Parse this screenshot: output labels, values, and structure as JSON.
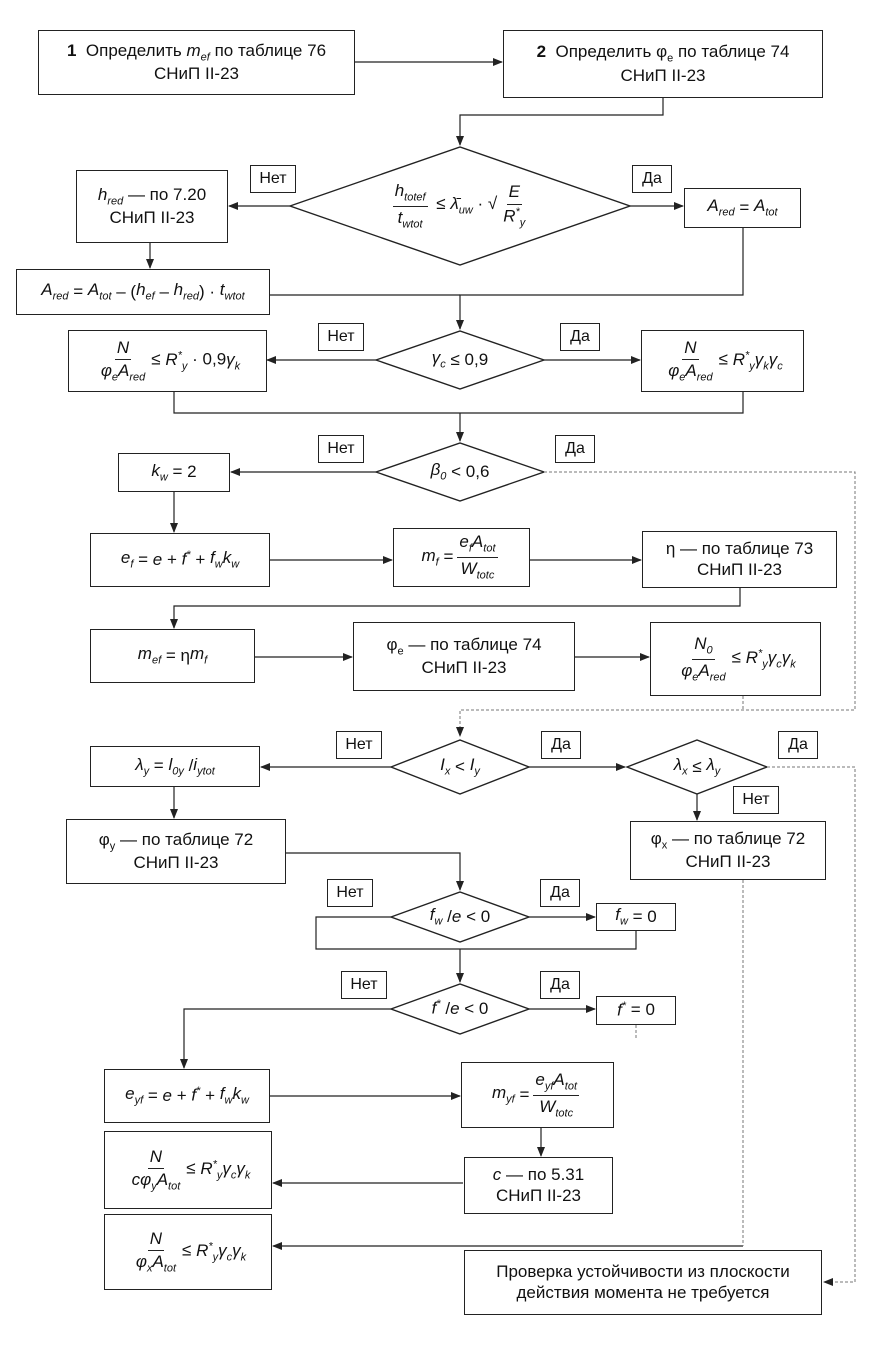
{
  "boxes": {
    "b1": "1 Определить m_ef по таблице 76 СНиП II-23",
    "b2": "2 Определить φ_e по таблице 74 СНиП II-23",
    "cond1": "h_totef / t_wtot ≤ λ̄_uw · √(E / R*_y)",
    "hred": "h_red — по 7.20 СНиП II-23",
    "ared_eq": "A_red = A_tot",
    "ared_formula": "A_red = A_tot − (h_ef − h_red) · t_wtot",
    "cond2": "γ_c ≤ 0,9",
    "check_left1": "N / (φ_e A_red) ≤ R*_y · 0,9γ_k",
    "check_right1": "N / (φ_e A_red) ≤ R*_y γ_k γ_c",
    "cond3": "β_0 < 0,6",
    "kw": "k_w = 2",
    "ef": "e_f = e + f* + f_w k_w",
    "mf": "m_f = e_f A_tot / W_totc",
    "eta": "η — по таблице 73 СНиП II-23",
    "mef": "m_ef = η m_f",
    "phie": "φ_e — по таблице 74 СНиП II-23",
    "check_n0": "N_0 / (φ_e A_red) ≤ R*_y γ_c γ_k",
    "cond4": "I_x < I_y",
    "cond5": "λ_x ≤ λ_y",
    "lambday": "λ_y = l_0y / i_ytot",
    "phiy": "φ_y — по таблице 72 СНиП II-23",
    "phix": "φ_x — по таблице 72 СНиП II-23",
    "cond6": "f_w / e < 0",
    "fw0": "f_w = 0",
    "cond7": "f* / e < 0",
    "f0": "f* = 0",
    "eyf": "e_yf = e + f* + f_w k_w",
    "myf": "m_yf = e_yf A_tot / W_totc",
    "check_c": "N / (cφ_y A_tot) ≤ R*_y γ_c γ_k",
    "cbox": "c — по 5.31 СНиП II-23",
    "check_x": "N / (φ_x A_tot) ≤ R*_y γ_c γ_k",
    "final": "Проверка устойчивости из плоскости действия момента не требуется"
  },
  "text": {
    "b1_num": "1",
    "b1_pre": "Определить",
    "b1_var": "m",
    "b1_sub": "ef",
    "b1_post": "по таблице 76",
    "b2_num": "2",
    "b2_pre": "Определить",
    "b2_var": "φ",
    "b2_sub": "e",
    "b2_post": "по таблице 74",
    "snip": "СНиП II-23",
    "hred_var": "h",
    "hred_sub": "red",
    "hred_post": "— по 7.20",
    "table72": "— по таблице 72",
    "table73": "η — по таблице 73",
    "table74": "— по таблице 74",
    "c_531": "— по 5.31",
    "c_var": "c",
    "final_line1": "Проверка устойчивости из плоскости",
    "final_line2": "действия момента не требуется"
  },
  "labels": {
    "yes": "Да",
    "no": "Нет"
  }
}
